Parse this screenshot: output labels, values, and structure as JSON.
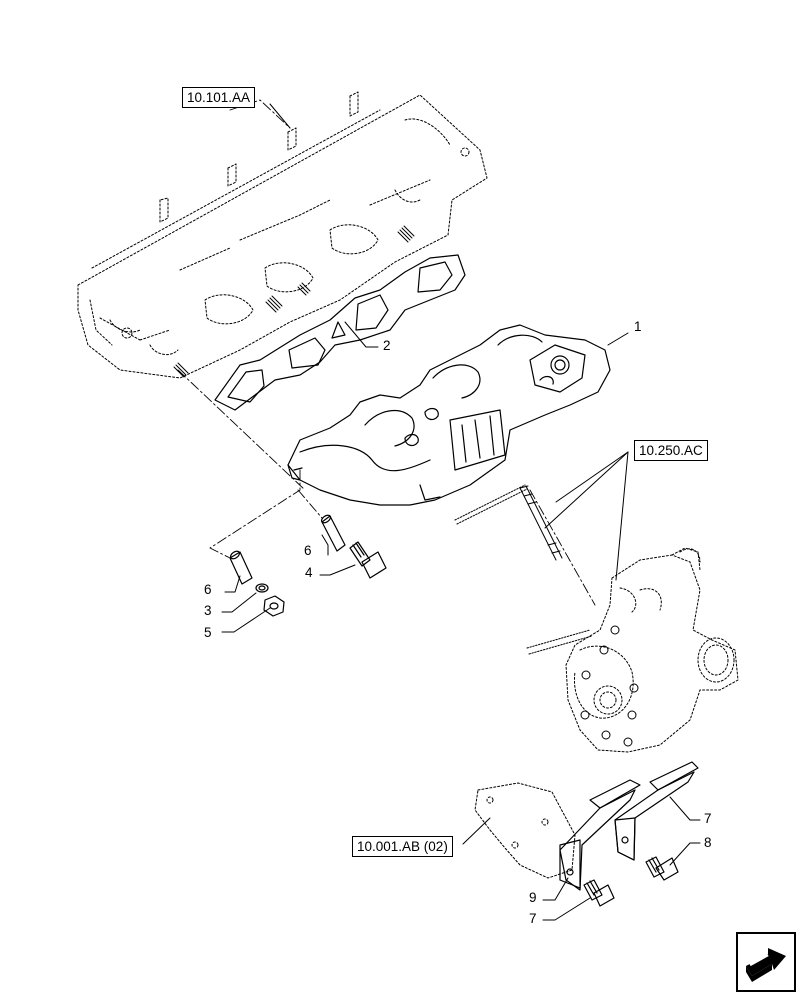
{
  "references": {
    "cylinder_head": "10.101.AA",
    "turbocharger": "10.250.AC",
    "bracket": "10.001.AB (02)"
  },
  "callouts": {
    "c1": "1",
    "c2": "2",
    "c3": "3",
    "c4": "4",
    "c5": "5",
    "c6a": "6",
    "c6b": "6",
    "c7a": "7",
    "c7b": "7",
    "c8": "8",
    "c9": "9"
  },
  "icons": {
    "nav": "next-page-arrow-icon"
  }
}
